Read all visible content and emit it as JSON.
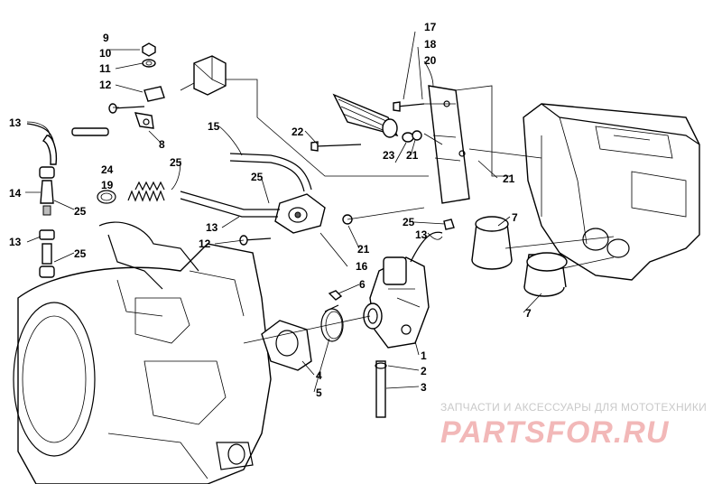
{
  "callouts": [
    {
      "id": "c1",
      "text": "1"
    },
    {
      "id": "c2",
      "text": "2"
    },
    {
      "id": "c3",
      "text": "3"
    },
    {
      "id": "c4",
      "text": "4"
    },
    {
      "id": "c5",
      "text": "5"
    },
    {
      "id": "c6",
      "text": "6"
    },
    {
      "id": "c7a",
      "text": "7"
    },
    {
      "id": "c7b",
      "text": "7"
    },
    {
      "id": "c8",
      "text": "8"
    },
    {
      "id": "c9",
      "text": "9"
    },
    {
      "id": "c10",
      "text": "10"
    },
    {
      "id": "c11",
      "text": "11"
    },
    {
      "id": "c12a",
      "text": "12"
    },
    {
      "id": "c12b",
      "text": "12"
    },
    {
      "id": "c13a",
      "text": "13"
    },
    {
      "id": "c13b",
      "text": "13"
    },
    {
      "id": "c13c",
      "text": "13"
    },
    {
      "id": "c13d",
      "text": "13"
    },
    {
      "id": "c14",
      "text": "14"
    },
    {
      "id": "c15",
      "text": "15"
    },
    {
      "id": "c16",
      "text": "16"
    },
    {
      "id": "c17",
      "text": "17"
    },
    {
      "id": "c18",
      "text": "18"
    },
    {
      "id": "c19",
      "text": "19"
    },
    {
      "id": "c20",
      "text": "20"
    },
    {
      "id": "c21a",
      "text": "21"
    },
    {
      "id": "c21b",
      "text": "21"
    },
    {
      "id": "c21c",
      "text": "21"
    },
    {
      "id": "c22",
      "text": "22"
    },
    {
      "id": "c23",
      "text": "23"
    },
    {
      "id": "c24",
      "text": "24"
    },
    {
      "id": "c25a",
      "text": "25"
    },
    {
      "id": "c25b",
      "text": "25"
    },
    {
      "id": "c25c",
      "text": "25"
    },
    {
      "id": "c25d",
      "text": "25"
    },
    {
      "id": "c25e",
      "text": "25"
    }
  ],
  "watermark": {
    "tagline": "ЗАПЧАСТИ И АКСЕССУАРЫ ДЛЯ МОТОТЕХНИКИ",
    "brand": "PARTSFOR.RU"
  },
  "colors": {
    "line": "#000000",
    "background": "#ffffff",
    "watermark_text": "#c9c9c9",
    "watermark_brand": "#f2b8b8"
  }
}
